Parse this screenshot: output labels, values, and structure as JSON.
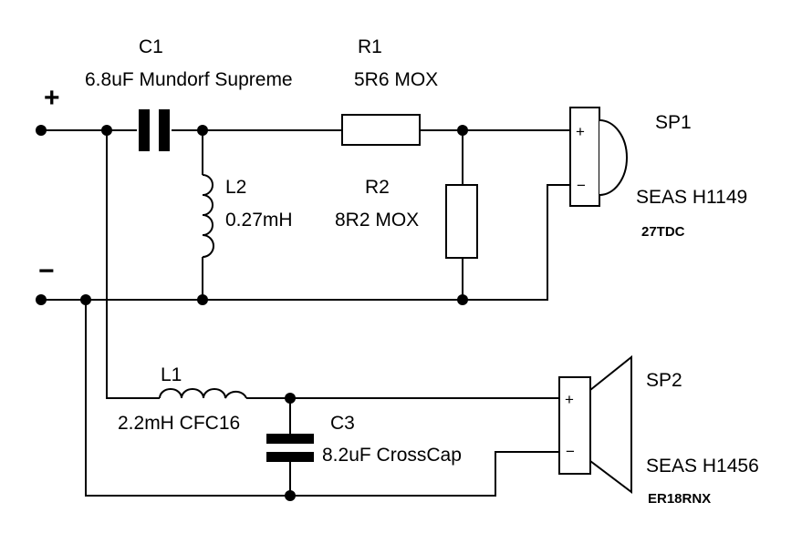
{
  "terminals": {
    "plus": "+",
    "minus": "−"
  },
  "components": {
    "c1": {
      "ref": "C1",
      "value": "6.8uF Mundorf Supreme"
    },
    "r1": {
      "ref": "R1",
      "value": "5R6 MOX"
    },
    "l2": {
      "ref": "L2",
      "value": "0.27mH"
    },
    "r2": {
      "ref": "R2",
      "value": "8R2 MOX"
    },
    "l1": {
      "ref": "L1",
      "value": "2.2mH CFC16"
    },
    "c3": {
      "ref": "C3",
      "value": "8.2uF CrossCap"
    }
  },
  "speakers": {
    "sp1": {
      "ref": "SP1",
      "model": "SEAS H1149",
      "sub": "27TDC",
      "pin_plus": "+",
      "pin_minus": "−"
    },
    "sp2": {
      "ref": "SP2",
      "model": "SEAS H1456",
      "sub": "ER18RNX",
      "pin_plus": "+",
      "pin_minus": "−"
    }
  }
}
